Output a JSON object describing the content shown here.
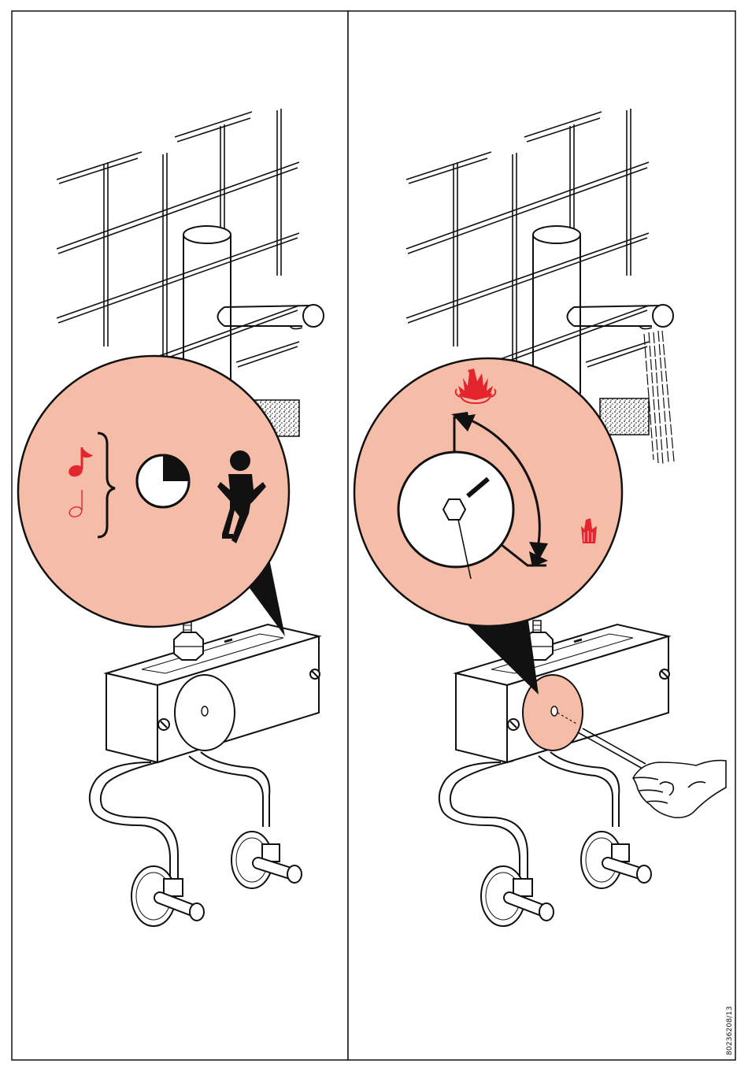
{
  "document": {
    "code": "80236208/13"
  },
  "colors": {
    "callout_fill": "#f5bca8",
    "accent_red": "#e3262e",
    "line": "#111111",
    "panel_border": "#111111",
    "paper": "#ffffff"
  },
  "panels": [
    {
      "id": "left",
      "icons": [
        "music-note-eighth-red-icon",
        "music-note-half-outline-icon",
        "curly-brace-icon",
        "timer-quarter-icon",
        "waiting-person-icon"
      ]
    },
    {
      "id": "right",
      "icons": [
        "shower-spray-large-icon",
        "shower-spray-small-icon",
        "hex-key-icon",
        "rotation-arrow-icon",
        "hand-with-hex-key-icon"
      ]
    }
  ]
}
